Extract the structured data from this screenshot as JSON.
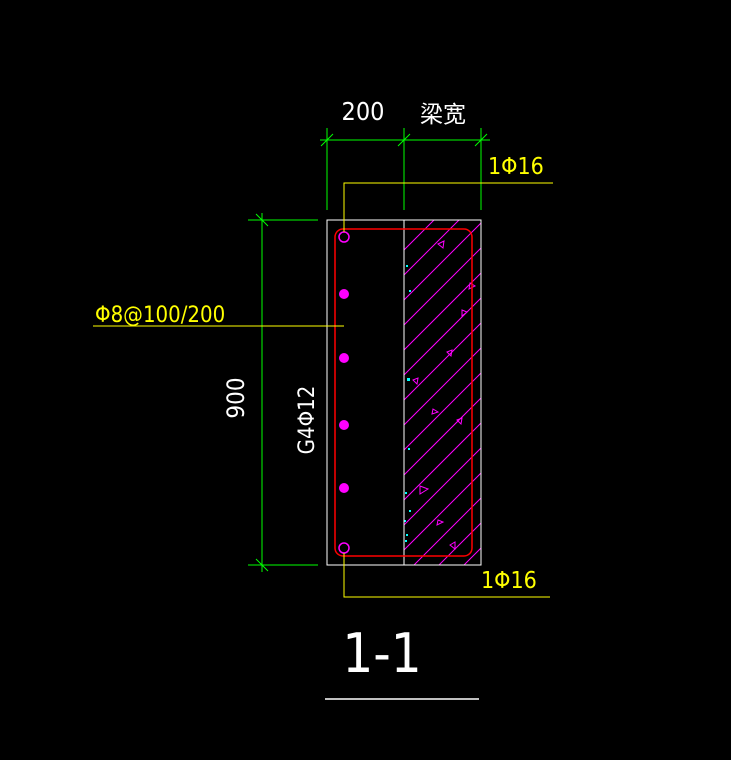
{
  "drawing": {
    "dimension_top_left": "200",
    "dimension_top_right": "梁宽",
    "dimension_left": "900",
    "stirrup_label": "Φ8@100/200",
    "top_bar_label": "1Φ16",
    "bottom_bar_label": "1Φ16",
    "side_bars_label": "G4Φ12",
    "section_title": "1-1"
  },
  "colors": {
    "background": "#000000",
    "outline": "#ffffff",
    "dimension": "#00ff00",
    "leader": "#ffff00",
    "rebar": "#ff0000",
    "bars": "#ff00ff",
    "concrete_hatch": "#ff00ff",
    "concrete_speck": "#00ffff",
    "label_text": "#ffff00",
    "dimension_text": "#ffffff"
  }
}
